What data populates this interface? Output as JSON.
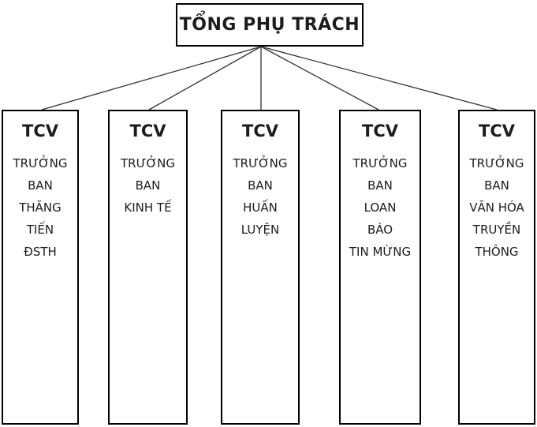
{
  "chart": {
    "type": "org-chart",
    "root": {
      "label": "TỔNG PHỤ TRÁCH"
    },
    "boxes": [
      {
        "heading": "TCV",
        "lines": [
          "TRƯỞNG",
          "BAN",
          "THĂNG",
          "TIẾN",
          "ĐSTH"
        ]
      },
      {
        "heading": "TCV",
        "lines": [
          "TRƯỞNG",
          "BAN",
          "KINH TẾ"
        ]
      },
      {
        "heading": "TCV",
        "lines": [
          "TRƯỞNG",
          "BAN",
          "HUẤN",
          "LUYỆN"
        ]
      },
      {
        "heading": "TCV",
        "lines": [
          "TRƯỞNG",
          "BAN",
          "LOAN",
          "BÁO",
          "TIN MỪNG"
        ]
      },
      {
        "heading": "TCV",
        "lines": [
          "TRƯỞNG",
          "BAN",
          "VĂN HÓA",
          "TRUYỀN",
          "THÔNG"
        ]
      }
    ],
    "colors": {
      "background": "#ffffff",
      "box_border": "#000000",
      "connector_line": "#333333",
      "text": "#1c1c1c"
    }
  }
}
